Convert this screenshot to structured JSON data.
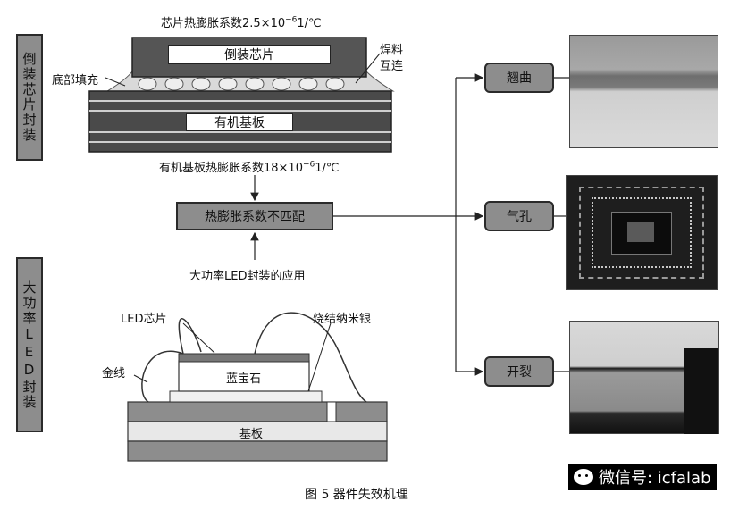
{
  "left_labels": {
    "flip_chip": "倒装芯片封装",
    "high_power_led": "大功率LED封装"
  },
  "flip_chip": {
    "chip_cte_label": "芯片热膨胀系数2.5×10",
    "chip_cte_exp": "−6",
    "chip_cte_unit": "1/℃",
    "chip_label": "倒装芯片",
    "underfill_label": "底部填充",
    "solder_label_1": "焊料",
    "solder_label_2": "互连",
    "substrate_label": "有机基板",
    "substrate_cte_label": "有机基板热膨胀系数18×10",
    "substrate_cte_exp": "−6",
    "substrate_cte_unit": "1/℃"
  },
  "center": {
    "mismatch_label": "热膨胀系数不匹配",
    "application_label": "大功率LED封装的应用"
  },
  "led": {
    "chip_label": "LED芯片",
    "sintered_label": "烧结纳米银",
    "wire_label": "金线",
    "sapphire_label": "蓝宝石",
    "substrate_label": "基板"
  },
  "failures": [
    {
      "label": "翘曲"
    },
    {
      "label": "气孔"
    },
    {
      "label": "开裂"
    }
  ],
  "watermark": "微信号: icfalab",
  "caption": "图 5 器件失效机理"
}
